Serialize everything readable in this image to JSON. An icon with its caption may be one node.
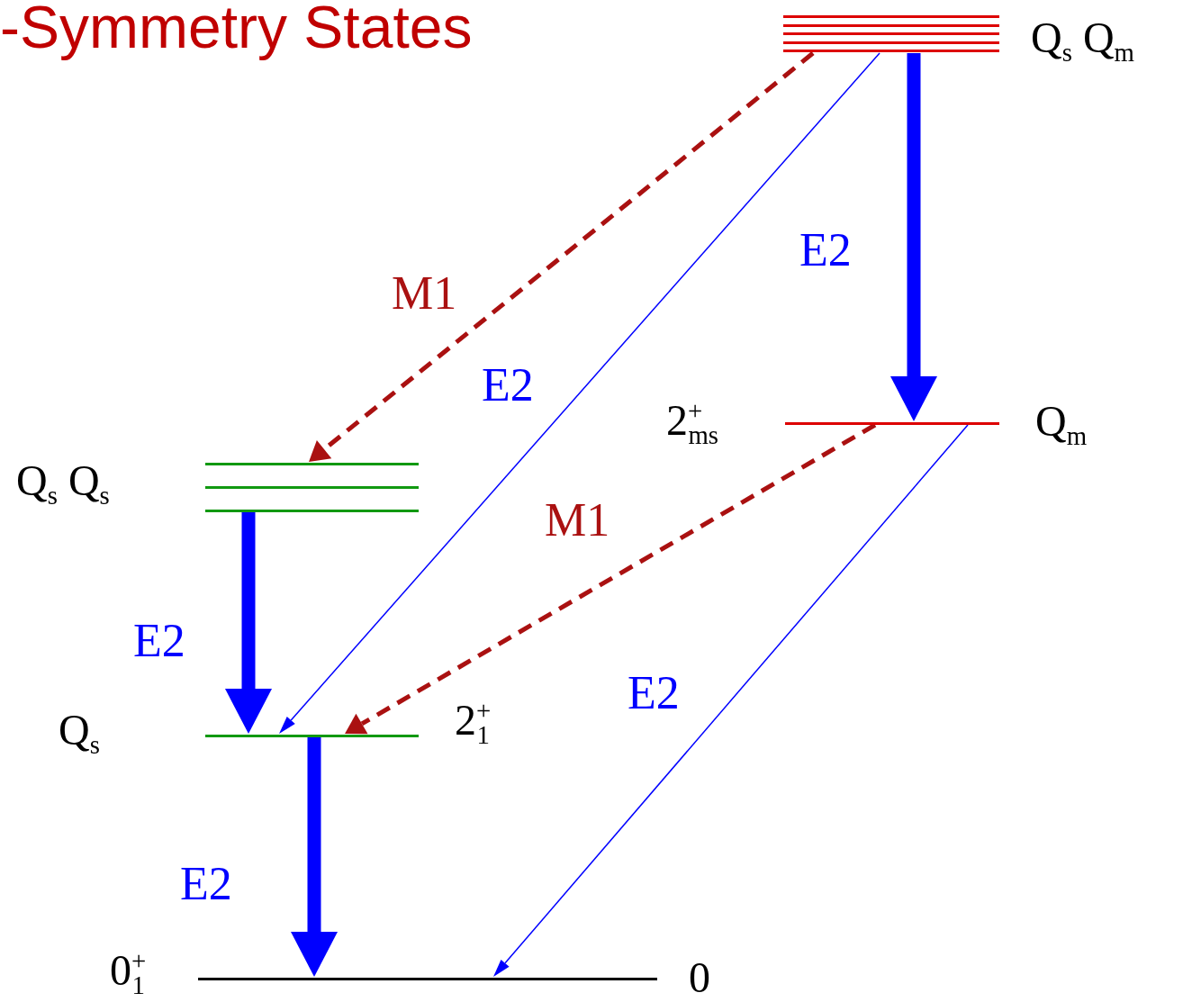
{
  "diagram": {
    "title": "-Symmetry States",
    "nodes": [
      {
        "text": [],
        "shape": "bar",
        "beside": [
          "Q$_{s}$ Q$_{m}$"
        ]
      },
      {
        "text": [],
        "shape": "bar",
        "beside": [
          "2$^{+}$$_{ms}$",
          "Q$_{m}$"
        ]
      },
      {
        "text": [],
        "shape": "bar",
        "beside": [
          "Q$_{s}$ Q$_{s}$"
        ]
      },
      {
        "text": [],
        "shape": "bar",
        "beside": [
          "Q$_{s}$",
          "2$^{+}$$_{1}$"
        ]
      },
      {
        "text": [],
        "shape": "bar",
        "beside": [
          "0$^{+}$$_{1}$",
          "0"
        ]
      }
    ],
    "edges": [
      {
        "from": 0,
        "to": 2,
        "arrow": "to",
        "label": "M1",
        "style": "dashed",
        "color": "#aa1111"
      },
      {
        "from": 0,
        "to": 3,
        "arrow": "to",
        "label": "E2"
      },
      {
        "from": 0,
        "to": 1,
        "arrow": "to",
        "label": "E2",
        "style": "thick"
      },
      {
        "from": 1,
        "to": 3,
        "arrow": "to",
        "label": "M1",
        "style": "dashed",
        "color": "#aa1111"
      },
      {
        "from": 1,
        "to": 4,
        "arrow": "to",
        "label": "E2"
      },
      {
        "from": 2,
        "to": 3,
        "arrow": "to",
        "label": "E2",
        "style": "thick"
      },
      {
        "from": 3,
        "to": 4,
        "arrow": "to",
        "label": "E2",
        "style": "thick"
      }
    ]
  }
}
